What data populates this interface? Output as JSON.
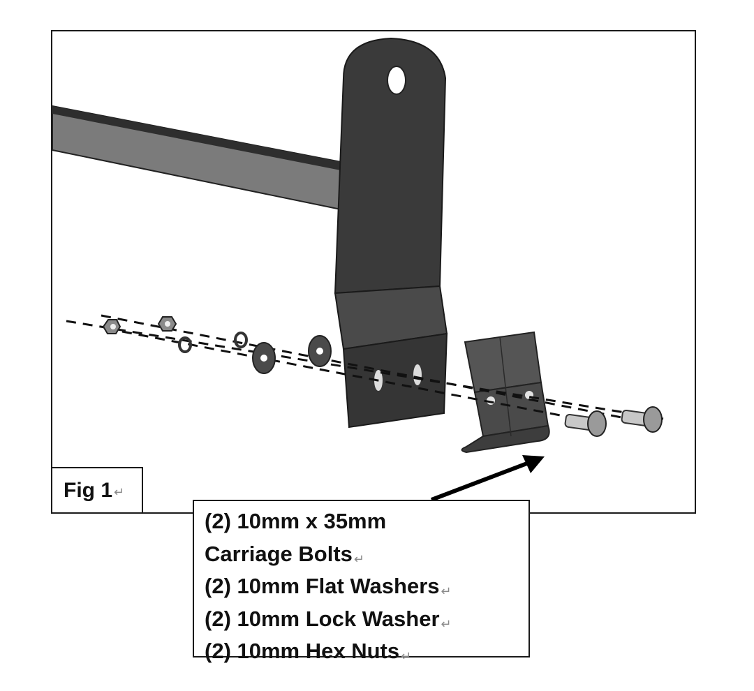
{
  "figure": {
    "label": "Fig 1",
    "paragraph_mark": "↵",
    "description": "Exploded assembly view: crossbar with bent mounting bracket, clamp plate, carriage bolts, flat washers, lock washers and hex nuts"
  },
  "callout": {
    "lines": [
      {
        "text": "(2) 10mm x 35mm",
        "mark": ""
      },
      {
        "text": "Carriage Bolts",
        "mark": "↵"
      },
      {
        "text": "(2) 10mm Flat Washers",
        "mark": "↵"
      },
      {
        "text": "(2) 10mm Lock Washer",
        "mark": "↵"
      },
      {
        "text": "(2) 10mm Hex Nuts",
        "mark": "↵"
      }
    ]
  },
  "parts": [
    {
      "name": "crossbar"
    },
    {
      "name": "mounting-bracket"
    },
    {
      "name": "clamp-plate"
    },
    {
      "name": "carriage-bolt",
      "qty": 2
    },
    {
      "name": "flat-washer",
      "qty": 2
    },
    {
      "name": "lock-washer",
      "qty": 2
    },
    {
      "name": "hex-nut",
      "qty": 2
    }
  ],
  "colors": {
    "border": "#1a1a1a",
    "bracket": "#3a3a3a",
    "bar": "#7a7a7a",
    "text": "#111111",
    "mark": "#8a8a8a"
  }
}
